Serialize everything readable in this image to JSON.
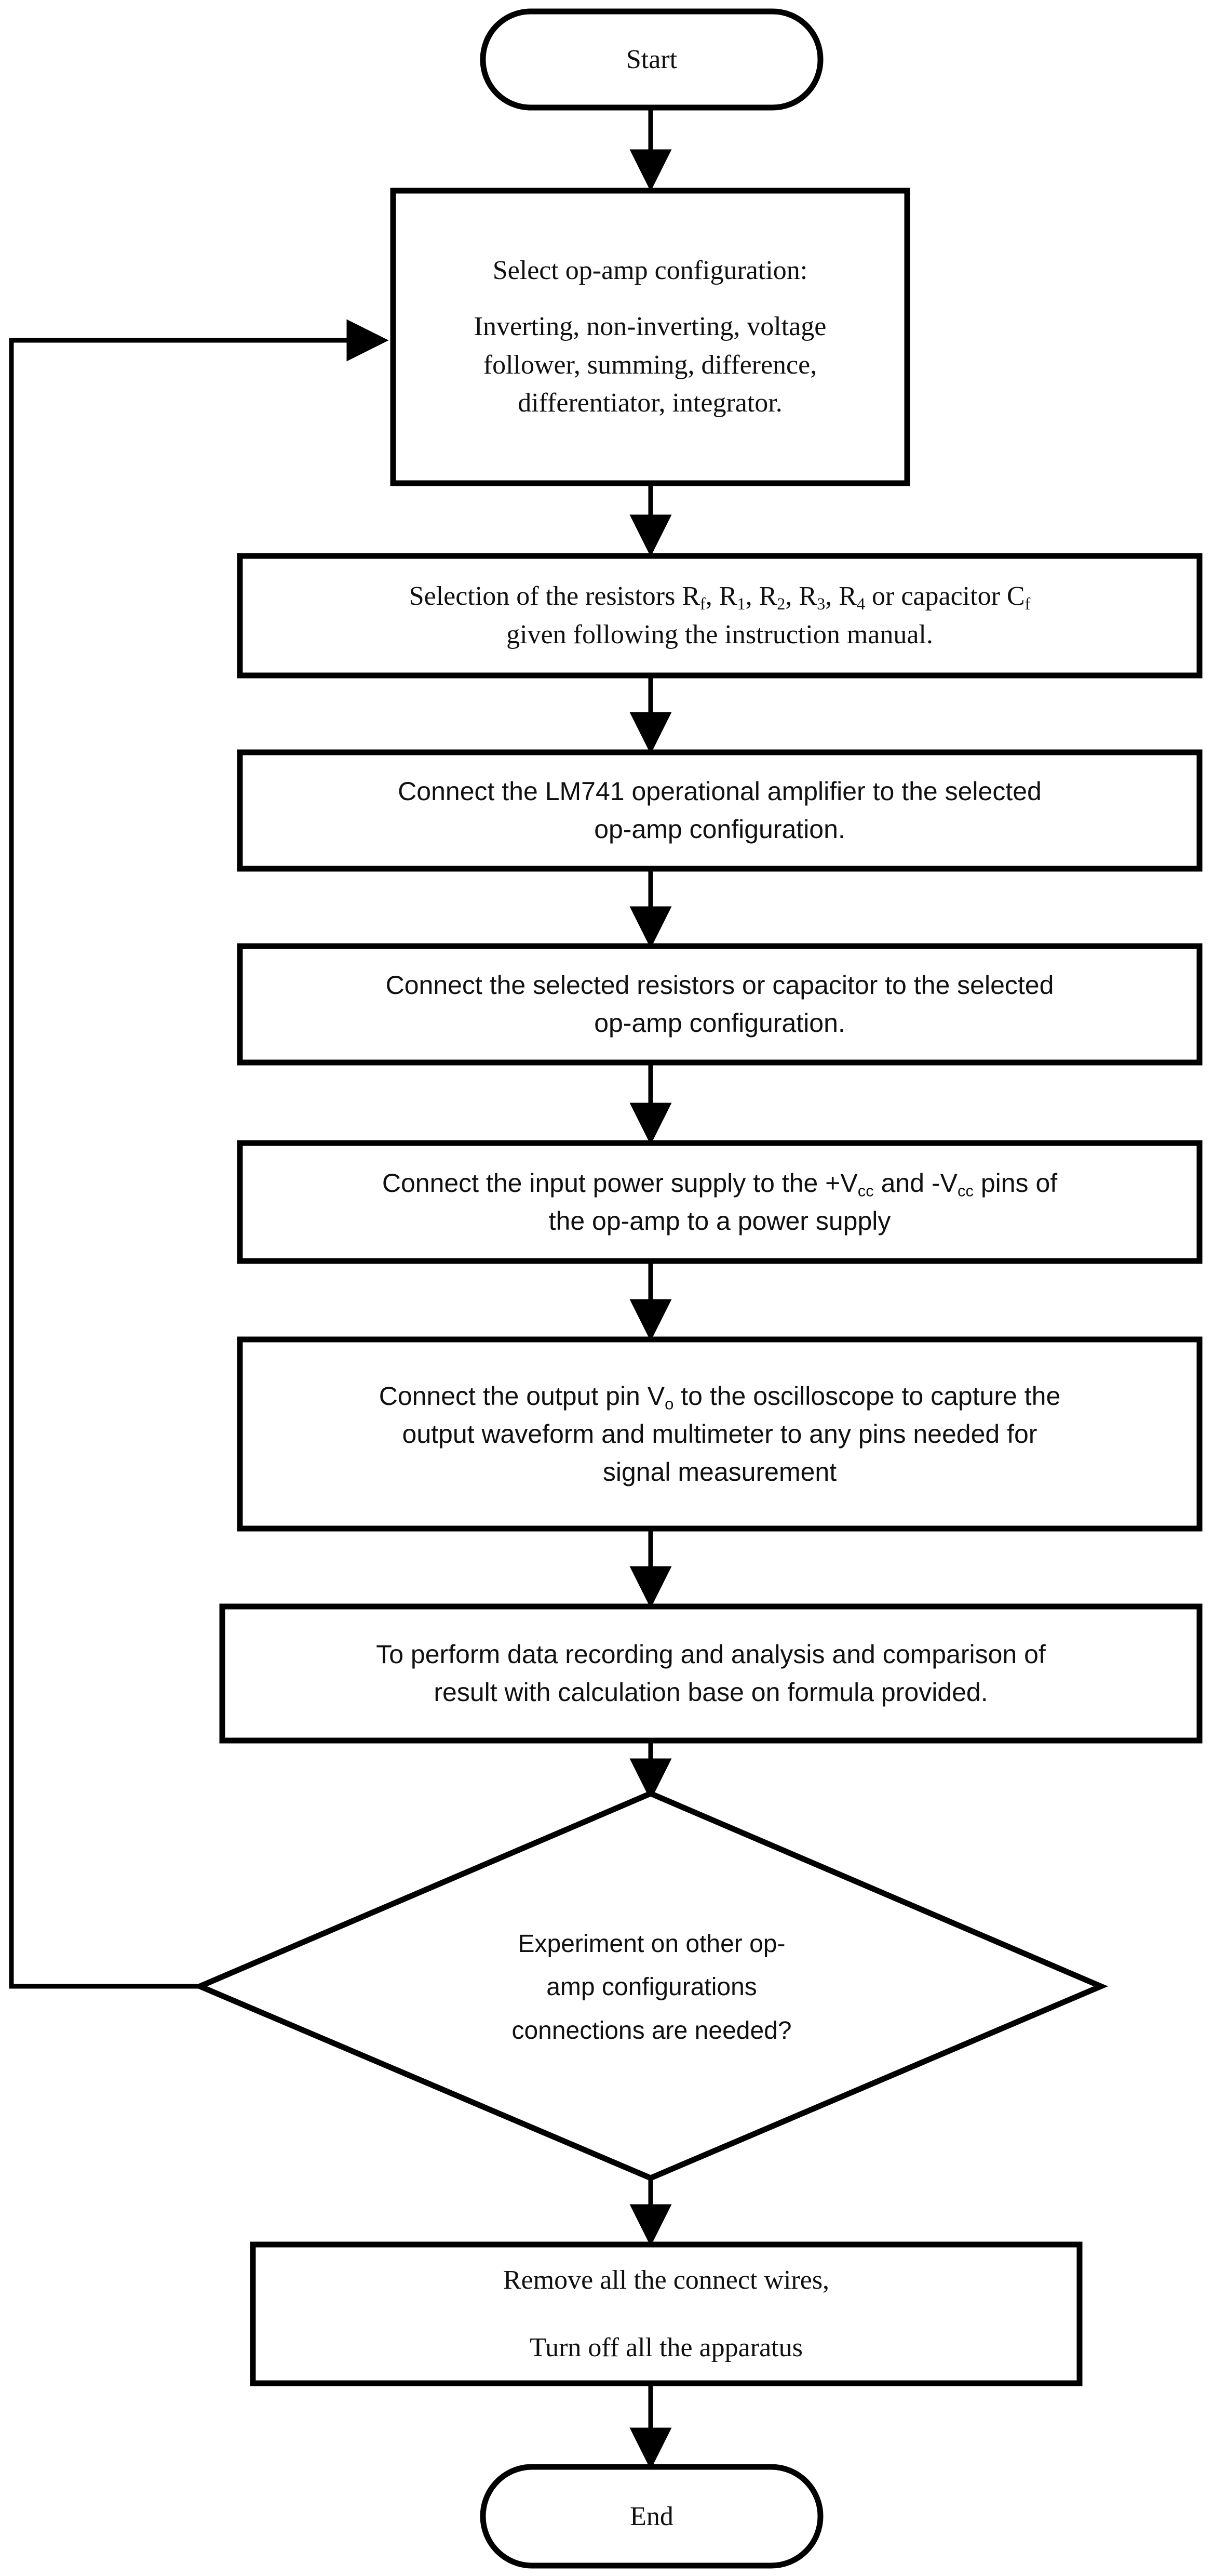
{
  "chart_data": {
    "type": "diagram",
    "title": "Op-amp experiment procedure flowchart",
    "orientation": "top-to-bottom",
    "nodes": [
      {
        "id": "start",
        "shape": "terminal",
        "text": "Start"
      },
      {
        "id": "select",
        "shape": "process",
        "text": "Select op-amp configuration: Inverting, non-inverting, voltage follower, summing, difference, differentiator, integrator."
      },
      {
        "id": "resistors",
        "shape": "process",
        "text": "Selection of the resistors Rf, R1, R2, R3, R4 or capacitor Cf given following the instruction manual."
      },
      {
        "id": "lm741",
        "shape": "process",
        "text": "Connect the LM741 operational amplifier to the selected op-amp configuration."
      },
      {
        "id": "components",
        "shape": "process",
        "text": "Connect the selected resistors or capacitor to the selected op-amp configuration."
      },
      {
        "id": "power",
        "shape": "process",
        "text": "Connect the input power supply to the +Vcc and -Vcc pins of the op-amp to a power supply"
      },
      {
        "id": "output",
        "shape": "process",
        "text": "Connect the output pin Vo to the oscilloscope to capture the output waveform and multimeter to any pins needed for signal measurement"
      },
      {
        "id": "analysis",
        "shape": "process",
        "text": "To perform data recording and analysis and comparison of result with calculation base on formula provided."
      },
      {
        "id": "decision",
        "shape": "decision",
        "text": "Experiment on other op-amp configurations connections are needed?"
      },
      {
        "id": "remove",
        "shape": "process",
        "text": "Remove all the connect wires, Turn off all the apparatus"
      },
      {
        "id": "end",
        "shape": "terminal",
        "text": "End"
      }
    ],
    "edges": [
      {
        "from": "start",
        "to": "select",
        "label": ""
      },
      {
        "from": "select",
        "to": "resistors",
        "label": ""
      },
      {
        "from": "resistors",
        "to": "lm741",
        "label": ""
      },
      {
        "from": "lm741",
        "to": "components",
        "label": ""
      },
      {
        "from": "components",
        "to": "power",
        "label": ""
      },
      {
        "from": "power",
        "to": "output",
        "label": ""
      },
      {
        "from": "output",
        "to": "analysis",
        "label": ""
      },
      {
        "from": "analysis",
        "to": "decision",
        "label": ""
      },
      {
        "from": "decision",
        "to": "remove",
        "label": ""
      },
      {
        "from": "decision",
        "to": "select",
        "label": "",
        "route": "feedback-loop-left"
      },
      {
        "from": "remove",
        "to": "end",
        "label": ""
      }
    ],
    "colors": {
      "stroke": "#000000",
      "fill": "#ffffff",
      "text": "#101010"
    }
  },
  "flowchart": {
    "start": {
      "label": "Start"
    },
    "select_config": {
      "line1": "Select op-amp configuration:",
      "line2": "Inverting, non-inverting, voltage",
      "line3": "follower, summing, difference,",
      "line4": "differentiator, integrator."
    },
    "resistor_selection": {
      "line1_a": "Selection of the resistors R",
      "line1_sub1": "f",
      "line1_b": ", R",
      "line1_sub2": "1",
      "line1_c": ", R",
      "line1_sub3": "2",
      "line1_d": ", R",
      "line1_sub4": "3",
      "line1_e": ", R",
      "line1_sub5": "4",
      "line1_f": " or capacitor C",
      "line1_sub6": "f",
      "line2": "given following the instruction manual."
    },
    "connect_lm741": {
      "line1": "Connect the LM741 operational amplifier to the selected",
      "line2": "op-amp configuration."
    },
    "connect_components": {
      "line1": "Connect the selected resistors or capacitor to the selected",
      "line2": "op-amp configuration."
    },
    "connect_power": {
      "line1_a": "Connect the input power supply to the +V",
      "line1_sub1": "cc",
      "line1_b": " and -V",
      "line1_sub2": "cc",
      "line1_c": " pins of",
      "line2": "the op-amp to a power supply"
    },
    "connect_output": {
      "line1_a": "Connect the output pin V",
      "line1_sub1": "o",
      "line1_b": " to the oscilloscope to capture the",
      "line2": "output waveform and multimeter to any pins needed for",
      "line3": "signal measurement"
    },
    "data_analysis": {
      "line1": "To perform data recording and analysis and comparison of",
      "line2": "result with calculation base on formula provided."
    },
    "decision": {
      "line1": "Experiment on other op-",
      "line2": "amp configurations",
      "line3": "connections are needed?"
    },
    "remove_wires": {
      "line1": "Remove all the connect wires,",
      "line2": "Turn off all the apparatus"
    },
    "end": {
      "label": "End"
    }
  }
}
